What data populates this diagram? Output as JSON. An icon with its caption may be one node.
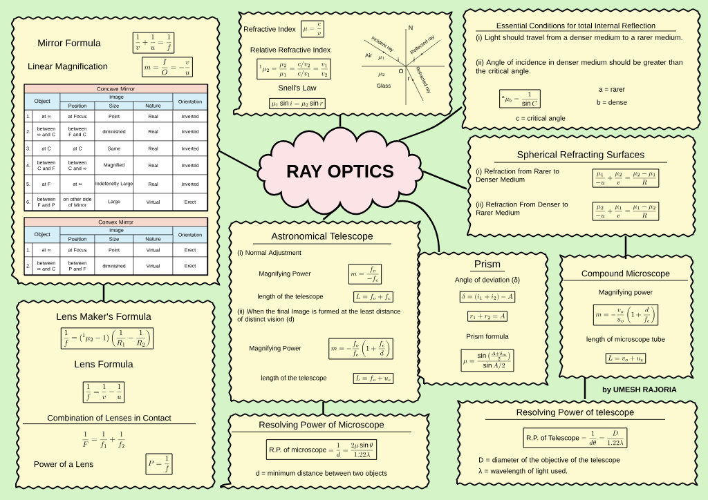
{
  "diagram": {
    "nodes": [
      {
        "text": [
          "Mirror Formula",
          "\\frac{1}{v}+\\frac{1}{u}=\\frac{1}{f}",
          "Linear Magnification",
          "m=\\frac{I}{O}=-\\frac{v}{u}"
        ]
      },
      {
        "text": [
          "Concave Mirror",
          "Object",
          "Image",
          "Orientation",
          "Position",
          "Size",
          "Nature",
          "1.",
          "at ∞",
          "at Focus",
          "Point",
          "Real",
          "Inverted",
          "2.",
          "between ∞ and C",
          "between F and C",
          "diminished",
          "Real",
          "Inverted",
          "3.",
          "at C",
          "at C",
          "Same",
          "Real",
          "Inverted",
          "4.",
          "between C and F",
          "between C and ∞",
          "Magnified",
          "Real",
          "Inverted",
          "5.",
          "at F",
          "at ∞",
          "Indefenetly Large",
          "Real",
          "Inverted",
          "6.",
          "between F and P",
          "on other side of Mirror",
          "Large",
          "Virtual",
          "Erect"
        ],
        "in": 0
      },
      {
        "text": [
          "Convex Mirror",
          "Object",
          "Image",
          "Orientation",
          "Position",
          "Size",
          "Nature",
          "1.",
          "at ∞",
          "at Focus",
          "Point",
          "Virtual",
          "Erect",
          "2.",
          "between ∞ and C",
          "between P and F",
          "diminished",
          "Virtual",
          "Erect"
        ],
        "in": 0
      },
      {
        "text": [
          "Lens Maker's Formula",
          "\\frac{1}{f}=({}^{1}\\mu_{2}-1)\\left(\\frac{1}{R_1}-\\frac{1}{R_2}\\right)",
          "Lens Formula",
          "\\frac{1}{f}=\\frac{1}{v}-\\frac{1}{u}",
          "Combination of Lenses in Contact",
          "\\frac{1}{F}=\\frac{1}{f_1}+\\frac{1}{f_2}",
          "Power of a Lens",
          "P=\\frac{1}{f}"
        ]
      },
      {
        "text": [
          "Refractive Index",
          "\\mu=\\frac{c}{v}",
          "Relative Refractive Index",
          "{}^{1}\\mu_{2}=\\frac{\\mu_2}{\\mu_1}=\\frac{c/v_2}{c/v_1}=\\frac{v_1}{v_2}",
          "Snell's Law",
          "\\mu_1\\sin i=\\mu_2\\sin r",
          "Incident ray",
          "Reflected ray",
          "Refracted ray",
          "Air",
          "\\mu_1",
          "\\mu_2",
          "Glass",
          "i",
          "i",
          "r",
          "O",
          "N"
        ]
      },
      {
        "text": [
          "RAY OPTICS"
        ]
      },
      {
        "text": [
          "Essential Conditions for total Internal Reflection",
          "(i) Light should travel from a denser medium to a rarer medium.",
          "(ii) Angle of incidence in denser medium should be greater than the critical angle.",
          "{}^{a}\\mu_{b}=\\frac{1}{\\sin C}",
          "a = rarer",
          "b = dense",
          "c = critical angle"
        ]
      },
      {
        "text": [
          "Spherical Refracting Surfaces",
          "(i) Refraction from Rarer to Denser Medium",
          "\\frac{\\mu_1}{-u}+\\frac{\\mu_2}{v}=\\frac{\\mu_2-\\mu_1}{R}",
          "(ii) Refraction From Denser to Rarer Medium",
          "\\frac{\\mu_2}{-u}+\\frac{\\mu_1}{v}=\\frac{\\mu_1-\\mu_2}{R}"
        ]
      },
      {
        "text": [
          "Astronomical Telescope",
          "(i) Normal Adjustment",
          "Magnifying Power",
          "m=\\frac{f_o}{-f_e}",
          "length of the telescope",
          "L=f_o+f_e",
          "(ii) When the final Image is formed at the least distance of distinct vision (d)",
          "Magnifying Power",
          "m=-\\frac{f_o}{f_e}\\left(1+\\frac{f_e}{d}\\right)",
          "length of the telescope",
          "L=f_o+u_e"
        ]
      },
      {
        "text": [
          "Prism",
          "Angle of deviation (δ)",
          "\\delta=(i_1+i_2)-A",
          "r_1+r_2=A",
          "Prism formula",
          "\\mu=\\frac{\\sin\\left(\\frac{A+\\delta_m}{2}\\right)}{\\sin A/2}"
        ]
      },
      {
        "text": [
          "Compound Microscope",
          "Magnifying power",
          "m=-\\frac{v_o}{u_o}\\left(1+\\frac{d}{f_e}\\right)",
          "length of microscope tube",
          "L=v_o+u_e"
        ]
      },
      {
        "text": [
          "Resolving Power of Microscope",
          "R.P. of microscope",
          "=\\frac{1}{d}=\\frac{2\\mu\\sin\\theta}{1.22\\lambda}",
          "d = minimum distance between two objects"
        ]
      },
      {
        "text": [
          "Resolving Power of telescope",
          "R.P. of Telescope",
          "=\\frac{1}{d\\theta}=\\frac{D}{1.22\\lambda}",
          "D = diameter of the objective of the telescope",
          "λ = wavelength of light used."
        ]
      }
    ],
    "edges": [
      {
        "from": 5,
        "to": 0,
        "arrow": "none"
      },
      {
        "from": 5,
        "to": 4,
        "arrow": "none"
      },
      {
        "from": 5,
        "to": 6,
        "arrow": "none"
      },
      {
        "from": 5,
        "to": 7,
        "arrow": "none"
      },
      {
        "from": 5,
        "to": 8,
        "arrow": "none"
      },
      {
        "from": 5,
        "to": 9,
        "arrow": "none"
      },
      {
        "from": 0,
        "to": 3,
        "arrow": "none"
      },
      {
        "from": 8,
        "to": 11,
        "arrow": "none"
      },
      {
        "from": 7,
        "to": 10,
        "arrow": "none"
      },
      {
        "from": 10,
        "to": 12,
        "arrow": "none"
      }
    ],
    "labels": [
      "by UMESH RAJORIA"
    ]
  }
}
